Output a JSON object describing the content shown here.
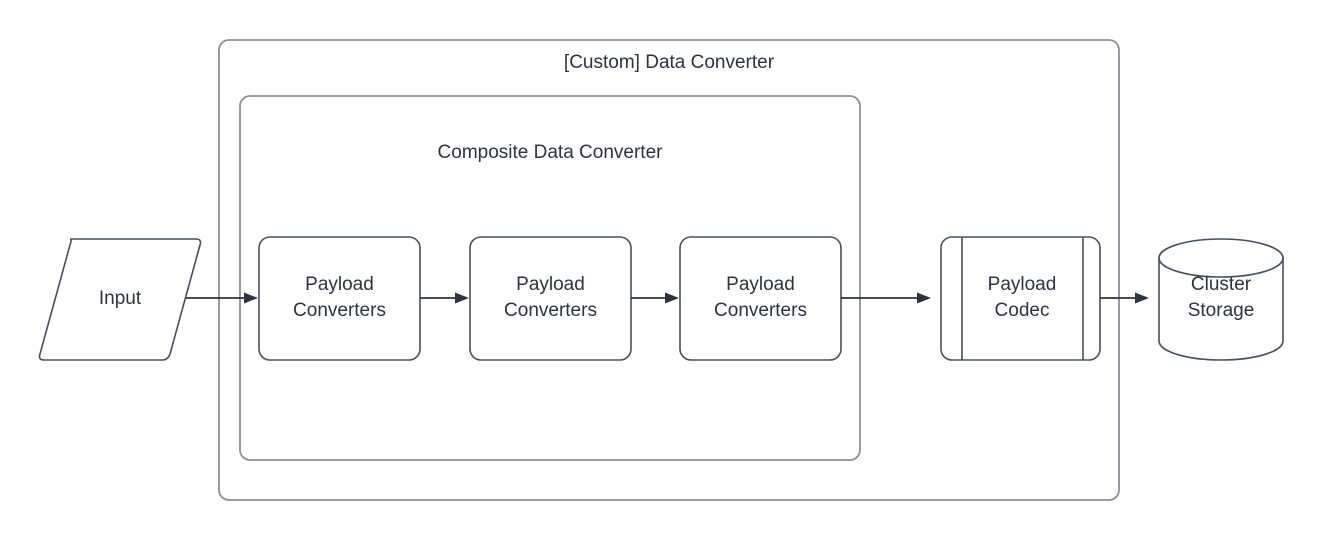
{
  "diagram": {
    "title": "[Custom] Data Converter",
    "background_color": "#ffffff",
    "stroke_color": "#46505f",
    "container_stroke_color": "#8a909c",
    "text_color": "#2d3440",
    "containers": [
      {
        "id": "custom-data-converter",
        "label": "[Custom] Data Converter",
        "shape": "rounded-rectangle"
      },
      {
        "id": "composite-data-converter",
        "label": "Composite Data Converter",
        "shape": "rounded-rectangle"
      }
    ],
    "nodes": [
      {
        "id": "input",
        "label": "Input",
        "shape": "parallelogram"
      },
      {
        "id": "payload-converters-1",
        "label_line1": "Payload",
        "label_line2": "Converters",
        "shape": "rounded-rectangle"
      },
      {
        "id": "payload-converters-2",
        "label_line1": "Payload",
        "label_line2": "Converters",
        "shape": "rounded-rectangle"
      },
      {
        "id": "payload-converters-3",
        "label_line1": "Payload",
        "label_line2": "Converters",
        "shape": "rounded-rectangle"
      },
      {
        "id": "payload-codec",
        "label_line1": "Payload",
        "label_line2": "Codec",
        "shape": "subroutine"
      },
      {
        "id": "cluster-storage",
        "label_line1": "Cluster",
        "label_line2": "Storage",
        "shape": "cylinder"
      }
    ],
    "edges": [
      {
        "id": "input-to-pc1",
        "from": "input",
        "to": "payload-converters-1",
        "arrow": true
      },
      {
        "id": "pc1-to-pc2",
        "from": "payload-converters-1",
        "to": "payload-converters-2",
        "arrow": true
      },
      {
        "id": "pc2-to-pc3",
        "from": "payload-converters-2",
        "to": "payload-converters-3",
        "arrow": true
      },
      {
        "id": "pc3-to-codec",
        "from": "payload-converters-3",
        "to": "payload-codec",
        "arrow": true
      },
      {
        "id": "codec-to-storage",
        "from": "payload-codec",
        "to": "cluster-storage",
        "arrow": true
      }
    ]
  }
}
